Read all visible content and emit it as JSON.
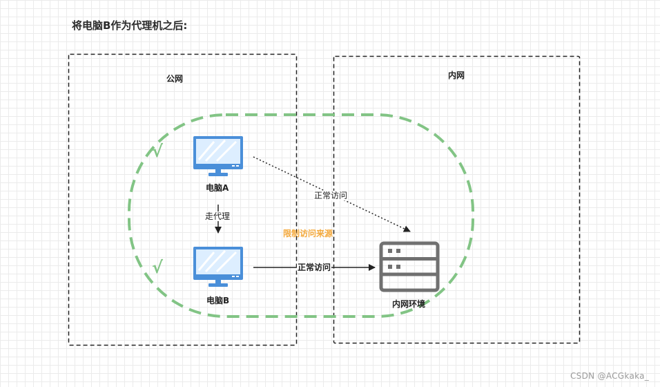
{
  "title": "将电脑B作为代理机之后:",
  "zones": {
    "public": "公网",
    "intranet": "内网"
  },
  "restriction": {
    "label": "限制访问来源",
    "color": "#f4a93c",
    "border_color": "#82c485"
  },
  "nodes": {
    "pc_a": "电脑A",
    "pc_b": "电脑B",
    "server": "内网环境"
  },
  "edges": {
    "proxy": "走代理",
    "access_a": "正常访问",
    "access_b": "正常访问"
  },
  "checkmarks": [
    "√",
    "√"
  ],
  "colors": {
    "monitor_frame": "#4a8fd9",
    "monitor_screen": "#ddeeff",
    "server": "#707070"
  },
  "watermark": "CSDN @ACGkaka_"
}
